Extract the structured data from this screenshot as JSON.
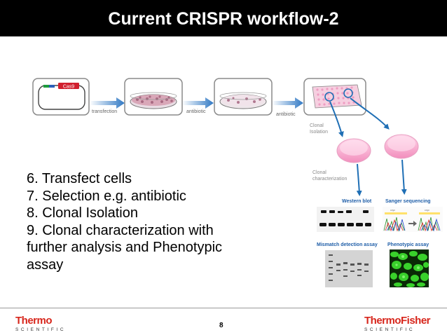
{
  "slide": {
    "title": "Current CRISPR workflow-2",
    "page_number": "8"
  },
  "diagram": {
    "plasmid_label": "Cas9",
    "arrow_labels": [
      "transfection",
      "antibiotic",
      "antibiotic"
    ],
    "clonal_isolation": "Clonal\nIsolation",
    "clonal_characterization": "Clonal\ncharacterization",
    "western_blot": "Western blot",
    "sanger_sequencing": "Sanger sequencing",
    "mismatch_assay": "Mismatch detection assay",
    "phenotypic_assay": "Phenotypic assay"
  },
  "bullets": [
    "6. Transfect cells",
    "7. Selection e.g. antibiotic",
    "8. Clonal Isolation",
    "9. Clonal characterization with further analysis and Phenotypic assay"
  ],
  "footer": {
    "left_logo": {
      "word": "Thermo",
      "sub": "SCIENTIFIC"
    },
    "right_logo": {
      "word": "ThermoFisher",
      "sub": "SCIENTIFIC"
    }
  },
  "colors": {
    "title_bar": "#000000",
    "arrow_blue": "#1f6fb5",
    "brand_red": "#d7261c",
    "dish_pink": "#f7a9cb"
  }
}
